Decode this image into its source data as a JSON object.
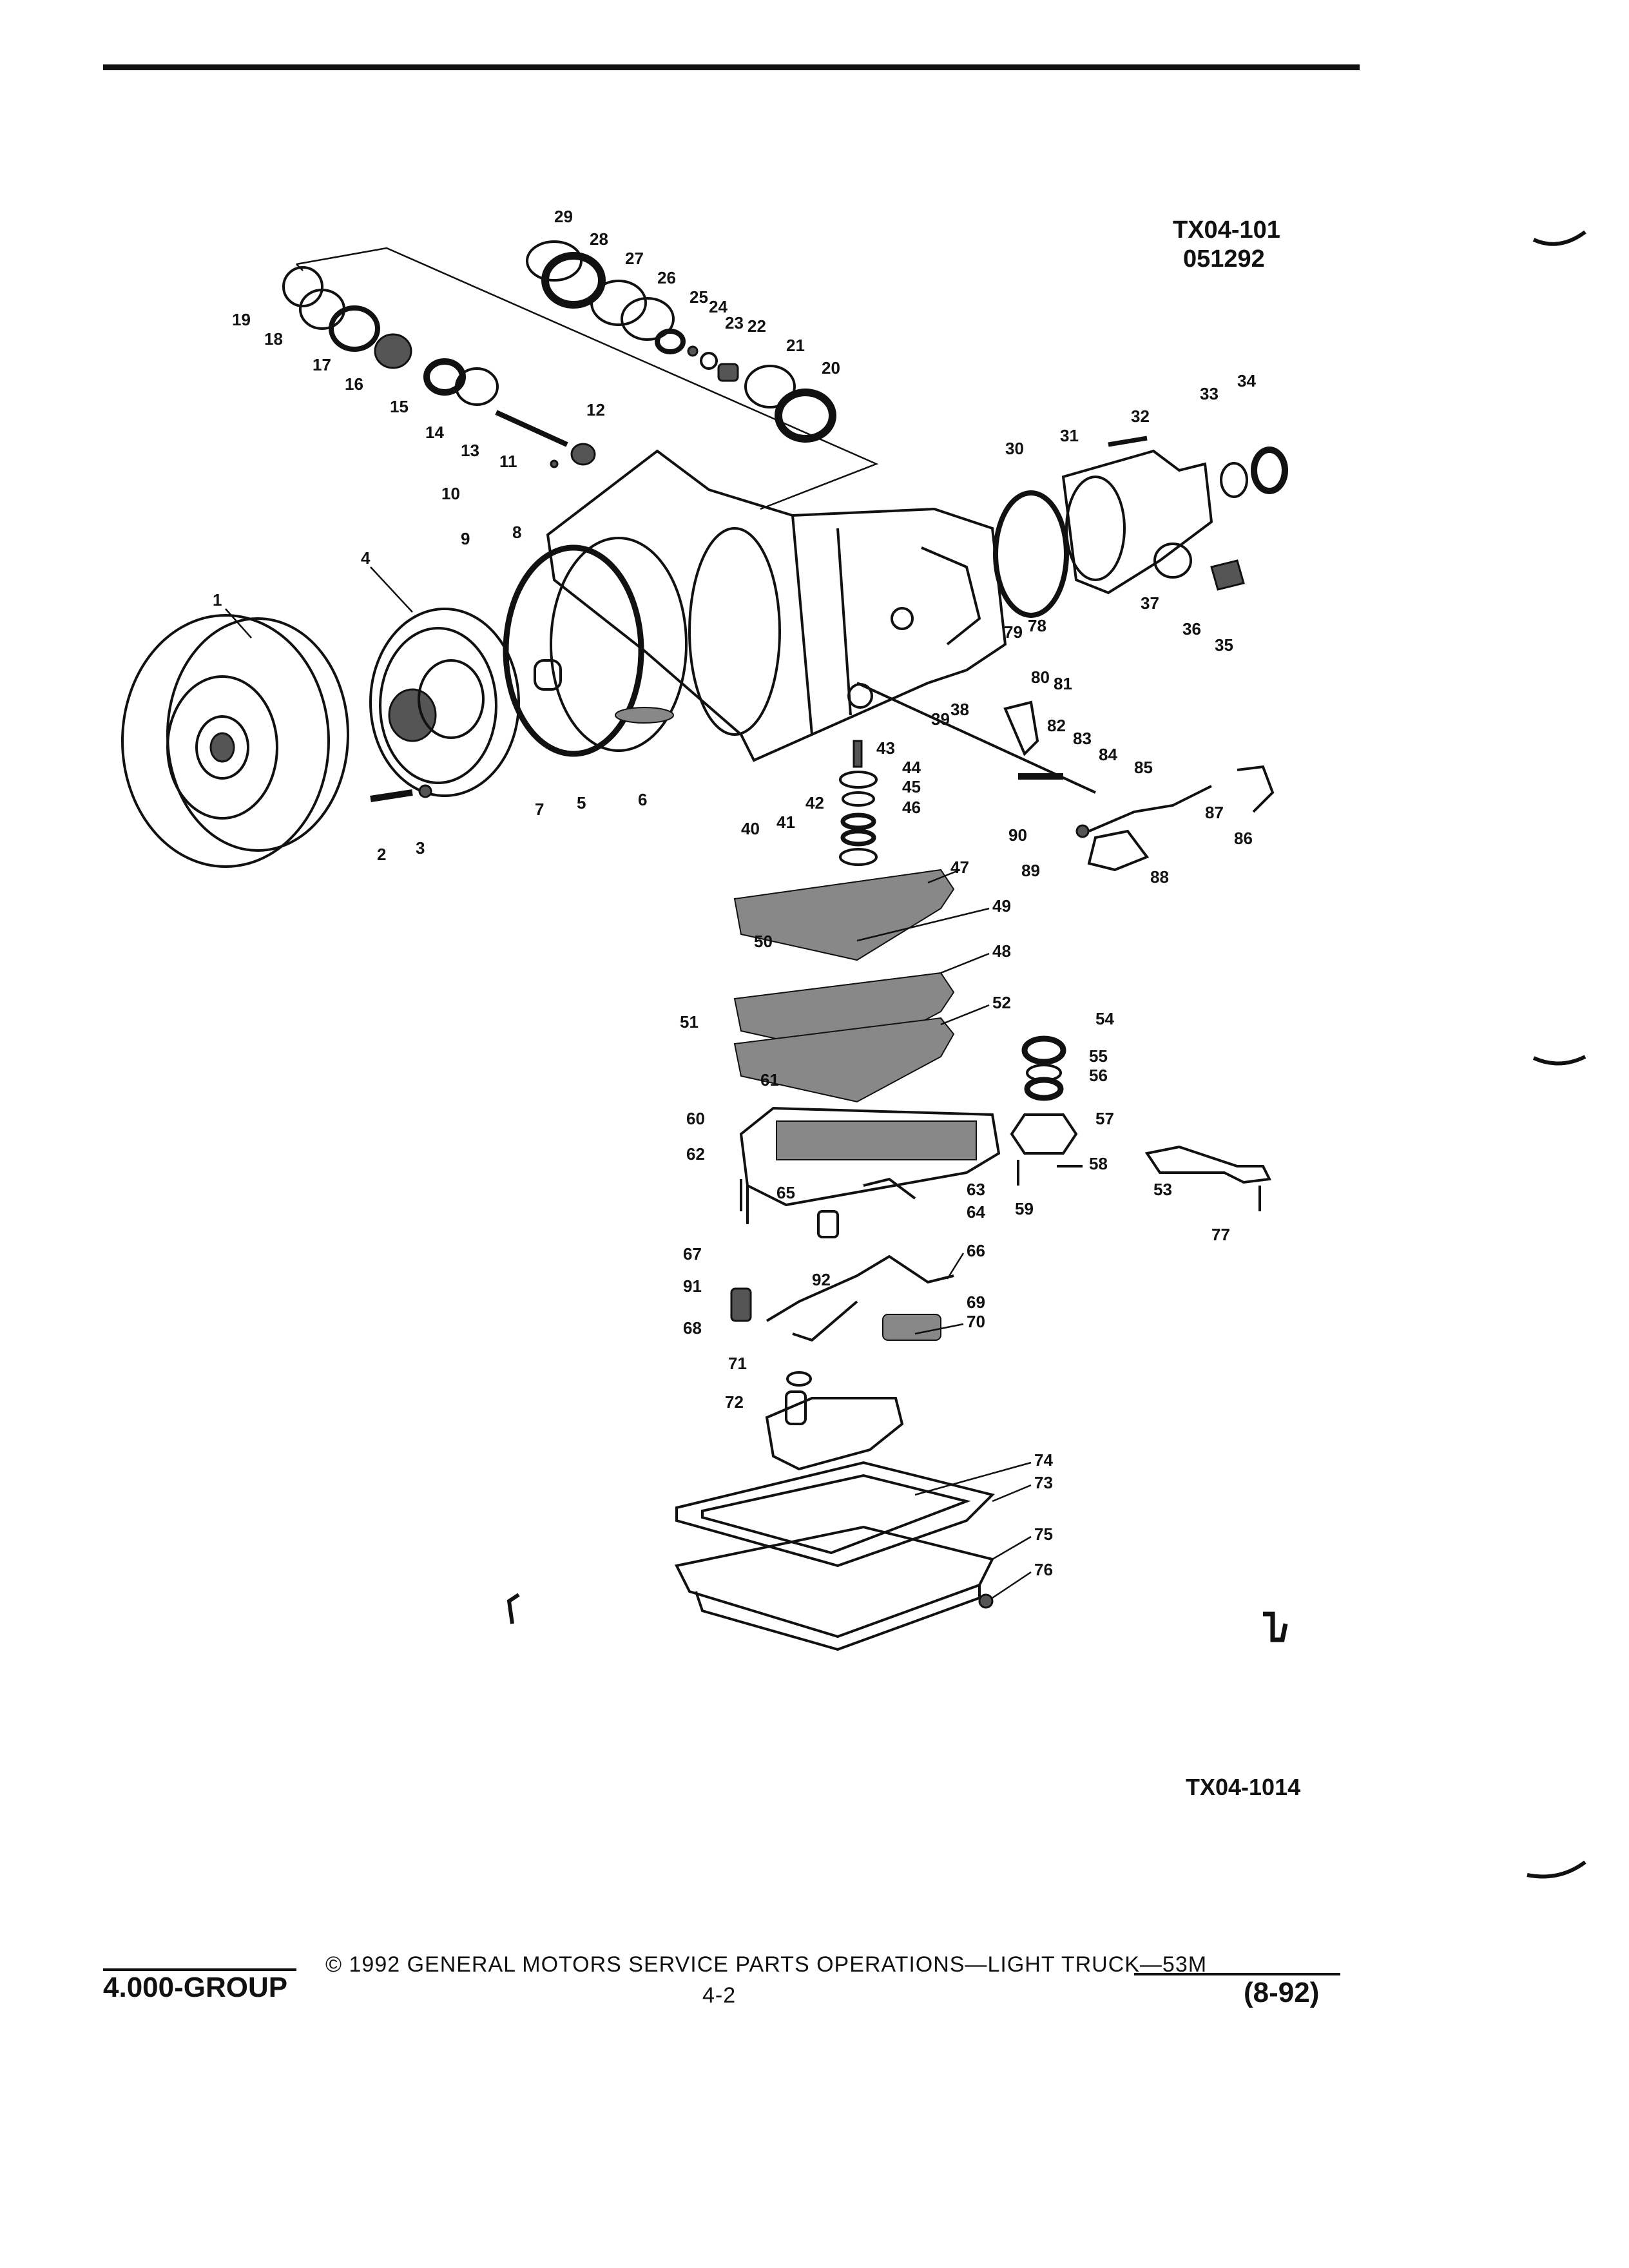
{
  "header": {
    "diagram_code": "TX04-101",
    "diagram_date": "051292"
  },
  "figure": {
    "figure_code": "TX04-1014",
    "part_callouts": [
      "1",
      "2",
      "3",
      "4",
      "5",
      "6",
      "7",
      "8",
      "9",
      "10",
      "11",
      "12",
      "13",
      "14",
      "15",
      "16",
      "17",
      "18",
      "19",
      "20",
      "21",
      "22",
      "23",
      "24",
      "25",
      "26",
      "27",
      "28",
      "29",
      "30",
      "31",
      "32",
      "33",
      "34",
      "35",
      "36",
      "37",
      "38",
      "39",
      "40",
      "41",
      "42",
      "43",
      "44",
      "45",
      "46",
      "47",
      "48",
      "49",
      "50",
      "51",
      "52",
      "53",
      "54",
      "55",
      "56",
      "57",
      "58",
      "59",
      "60",
      "61",
      "62",
      "63",
      "64",
      "65",
      "66",
      "67",
      "68",
      "69",
      "70",
      "71",
      "72",
      "73",
      "74",
      "75",
      "76",
      "77",
      "78",
      "79",
      "80",
      "81",
      "82",
      "83",
      "84",
      "85",
      "86",
      "87",
      "88",
      "89",
      "90",
      "91",
      "92"
    ]
  },
  "footer": {
    "group": "4.000-GROUP",
    "copyright": "© 1992 GENERAL MOTORS SERVICE PARTS OPERATIONS—LIGHT TRUCK—53M",
    "page_number": "4-2",
    "revision": "(8-92)"
  }
}
